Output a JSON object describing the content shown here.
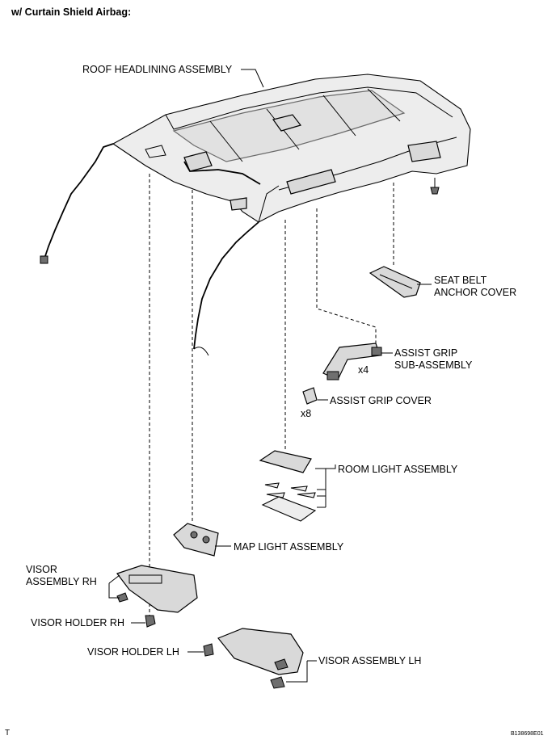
{
  "header": "w/ Curtain Shield Airbag:",
  "labels": {
    "roof_headlining": "ROOF HEADLINING ASSEMBLY",
    "seat_belt_cover_1": "SEAT BELT",
    "seat_belt_cover_2": "ANCHOR COVER",
    "assist_grip_1": "ASSIST GRIP",
    "assist_grip_2": "SUB-ASSEMBLY",
    "assist_grip_qty": "x4",
    "assist_grip_cover": "ASSIST GRIP COVER",
    "assist_grip_cover_qty": "x8",
    "room_light": "ROOM LIGHT ASSEMBLY",
    "map_light": "MAP LIGHT ASSEMBLY",
    "visor_rh_1": "VISOR",
    "visor_rh_2": "ASSEMBLY RH",
    "visor_holder_rh": "VISOR HOLDER RH",
    "visor_holder_lh": "VISOR HOLDER LH",
    "visor_lh": "VISOR ASSEMBLY LH"
  },
  "footer": {
    "left_mark": "T",
    "code": "B138698E01"
  }
}
